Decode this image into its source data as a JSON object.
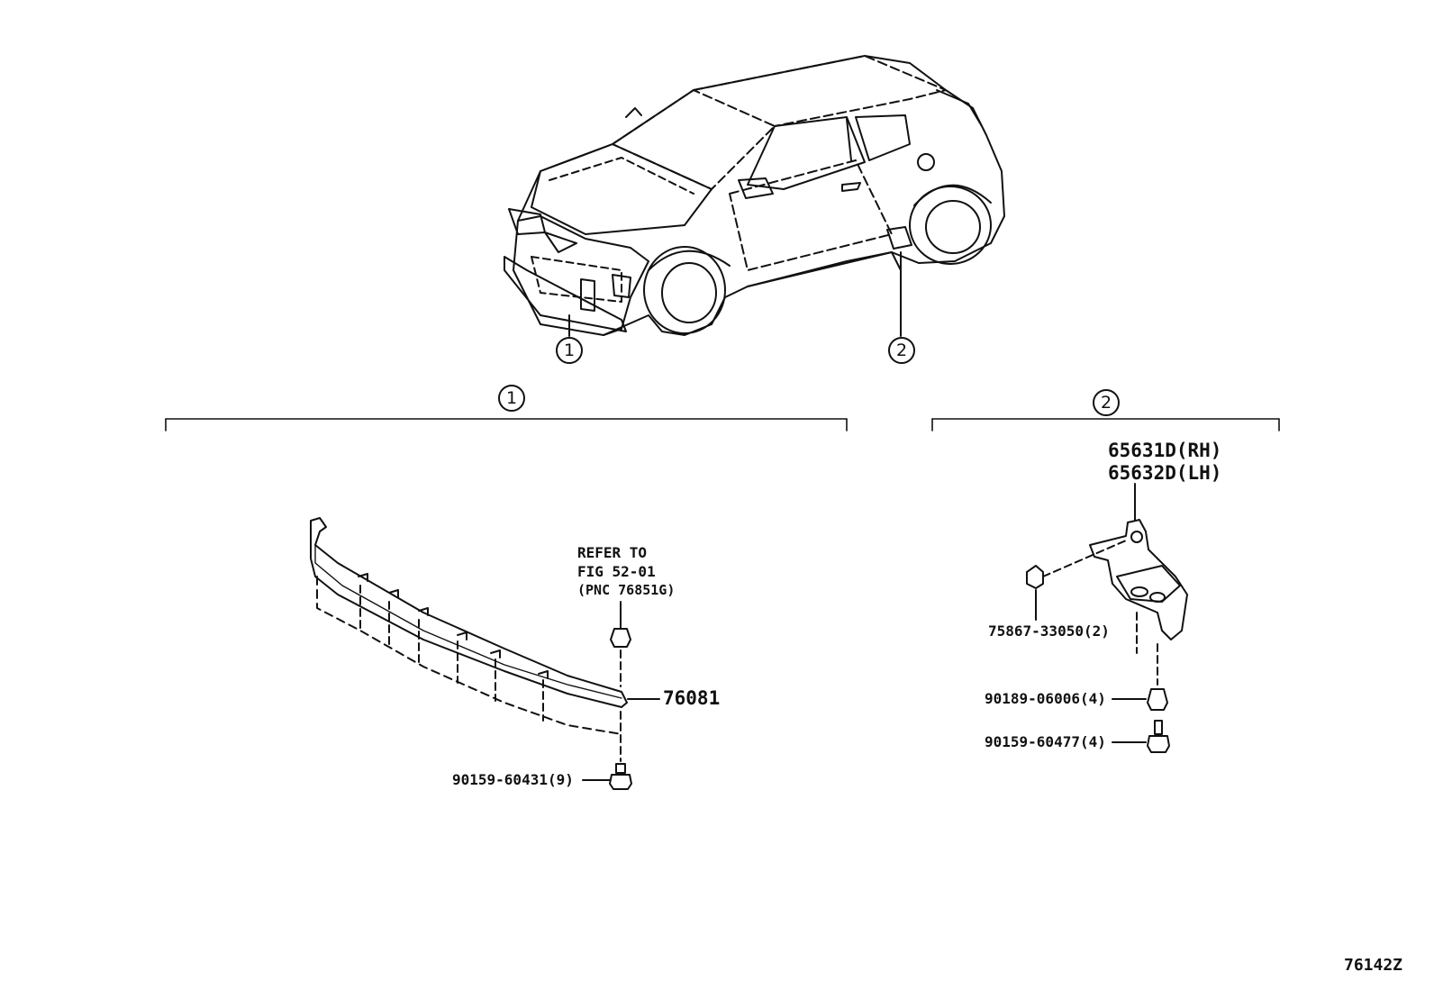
{
  "markers": {
    "front_lip": "1",
    "side_bracket": "2"
  },
  "sections": [
    {
      "marker": "1"
    },
    {
      "marker": "2"
    }
  ],
  "parts": {
    "front_spoiler": "76081",
    "spoiler_screw": "90159-60431(9)",
    "refer_to": {
      "line1": "REFER TO",
      "line2": "FIG 52-01",
      "line3": "(PNC 76851G)"
    },
    "bracket_rh": "65631D(RH)",
    "bracket_lh": "65632D(LH)",
    "clip": "75867-33050(2)",
    "nut": "90189-06006(4)",
    "bolt": "90159-60477(4)"
  },
  "figure_id": "76142Z",
  "colors": {
    "line": "#111111",
    "background": "#ffffff"
  }
}
